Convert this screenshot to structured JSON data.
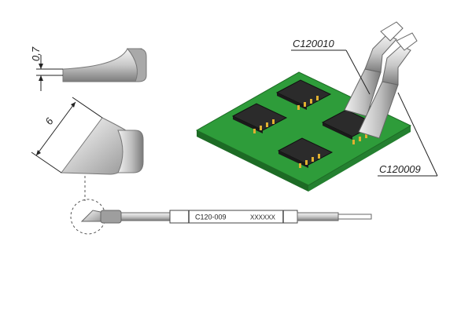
{
  "dimensions": {
    "thickness": "0,7",
    "width": "6"
  },
  "callouts": {
    "top_tip": "C120010",
    "bottom_tip": "C120009"
  },
  "cartridge": {
    "part_number": "C120-009",
    "marking": "XXXXXX"
  },
  "colors": {
    "pcb": "#2e9c3a",
    "pcb_edge": "#1d6b25",
    "chip": "#2b2b2b",
    "lead": "#e0b030",
    "metal_light": "#e6e6e6",
    "metal_dark": "#8a8a8a"
  }
}
